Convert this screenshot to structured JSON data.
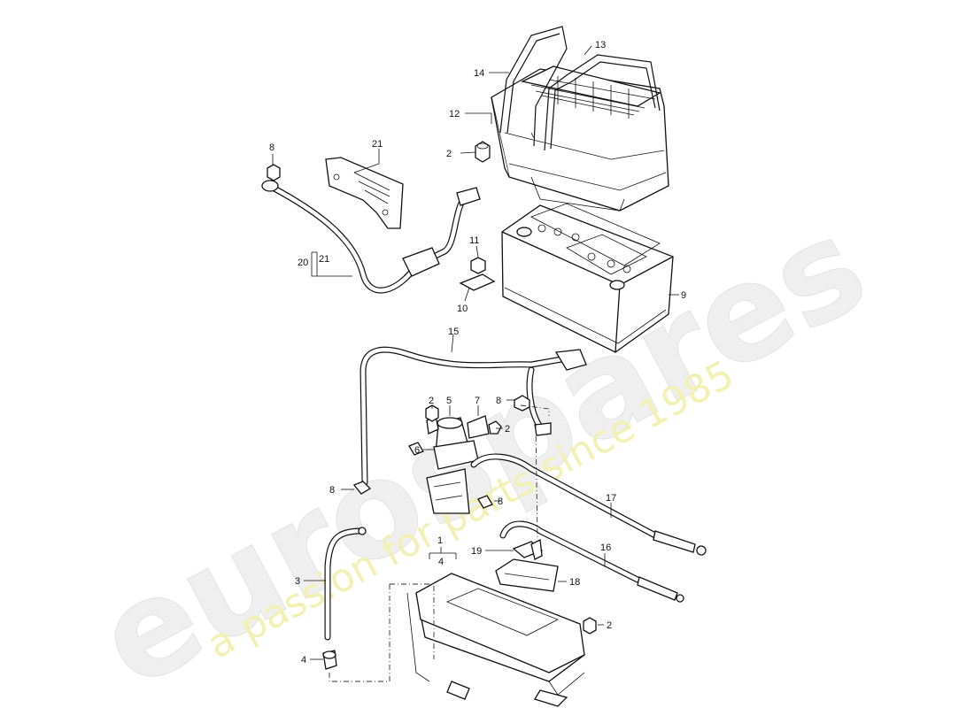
{
  "watermark": {
    "brand": "eurospares",
    "slogan": "a passion for parts since 1985"
  },
  "callouts": {
    "c1": "1",
    "c2a": "2",
    "c2b": "2",
    "c2c": "2",
    "c2d": "2",
    "c3": "3",
    "c4a": "4",
    "c4b": "4",
    "c5": "5",
    "c6": "6",
    "c7": "7",
    "c8a": "8",
    "c8b": "8",
    "c8c": "8",
    "c8d": "8",
    "c9": "9",
    "c10": "10",
    "c11": "11",
    "c12": "12",
    "c13": "13",
    "c14": "14",
    "c15": "15",
    "c16": "16",
    "c17": "17",
    "c18": "18",
    "c19": "19",
    "c20": "20",
    "c21a": "21",
    "c21b": "21"
  }
}
